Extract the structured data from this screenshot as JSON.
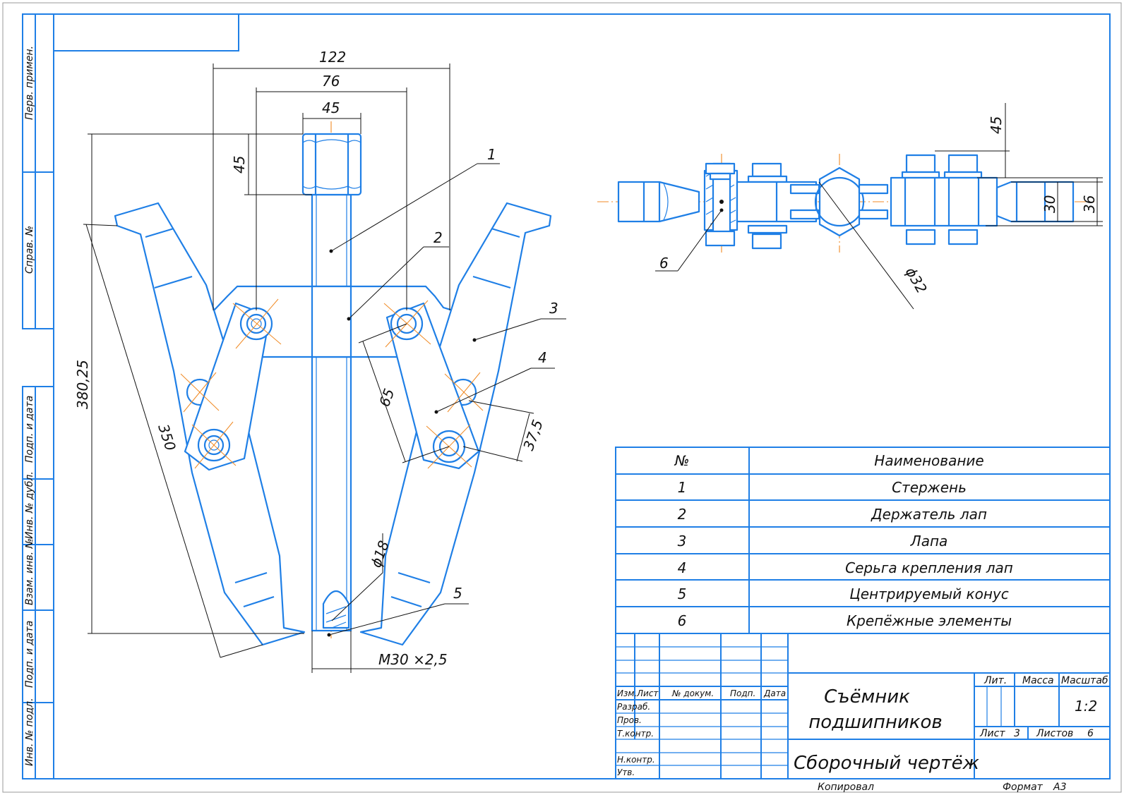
{
  "margin_stamps": {
    "perv_primen": "Перв. примен.",
    "sprav_no": "Справ. №",
    "podp_data_1": "Подп. и дата",
    "inv_dubl": "Инв. № дубл.",
    "vzam_inv": "Взам. инв. №",
    "podp_data_2": "Подп. и дата",
    "inv_podl": "Инв. № подл."
  },
  "dimensions": {
    "d122": "122",
    "d76": "76",
    "d45_top": "45",
    "d45_side": "45",
    "d380": "380,25",
    "d350": "350",
    "d65": "65",
    "d37": "37,5",
    "d18": "ϕ18",
    "d_thread": "М30 ×2,5",
    "d45_plan": "45",
    "d30": "30",
    "d36": "36",
    "d32": "ϕ32"
  },
  "callouts": {
    "c1": "1",
    "c2": "2",
    "c3": "3",
    "c4": "4",
    "c5": "5",
    "c6": "6"
  },
  "parts_table": {
    "header_no": "№",
    "header_name": "Наименование",
    "rows": [
      {
        "no": "1",
        "name": "Стержень"
      },
      {
        "no": "2",
        "name": "Держатель лап"
      },
      {
        "no": "3",
        "name": "Лапа"
      },
      {
        "no": "4",
        "name": "Серьга крепления лап"
      },
      {
        "no": "5",
        "name": "Центрируемый конус"
      },
      {
        "no": "6",
        "name": "Крепёжные элементы"
      }
    ]
  },
  "title_block": {
    "cols": {
      "izm": "Изм.",
      "list": "Лист",
      "no_dokum": "№ докум.",
      "podp": "Подп.",
      "data": "Дата"
    },
    "rows": {
      "razrab": "Разраб.",
      "prov": "Пров.",
      "tkontr": "Т.контр.",
      "nkontr": "Н.контр.",
      "utv": "Утв."
    },
    "title_line1": "Съёмник",
    "title_line2": "подшипников",
    "doc_type": "Сборочный чертёж",
    "lit_label": "Лит.",
    "massa_label": "Масса",
    "masshtab_label": "Масштаб",
    "scale_value": "1:2",
    "list_label": "Лист",
    "list_value": "3",
    "listov_label": "Листов",
    "listov_value": "6"
  },
  "footer": {
    "kopiroval": "Копировал",
    "format_label": "Формат",
    "format_value": "А3"
  },
  "colors": {
    "line": "#1f7fe6",
    "axis": "#f08a24",
    "text": "#111111"
  }
}
